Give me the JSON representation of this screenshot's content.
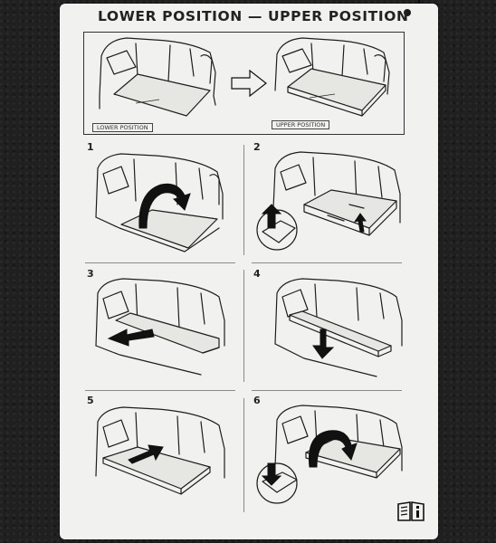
{
  "card": {
    "title": "LOWER POSITION — UPPER POSITION",
    "background": "#f1f1ef",
    "ink": "#1e1e1e"
  },
  "overview": {
    "lower_label": "LOWER POSITION",
    "upper_label": "UPPER POSITION"
  },
  "steps": [
    {
      "number": "1"
    },
    {
      "number": "2"
    },
    {
      "number": "3"
    },
    {
      "number": "4"
    },
    {
      "number": "5"
    },
    {
      "number": "6"
    }
  ],
  "manual_icon": "book-info-icon"
}
